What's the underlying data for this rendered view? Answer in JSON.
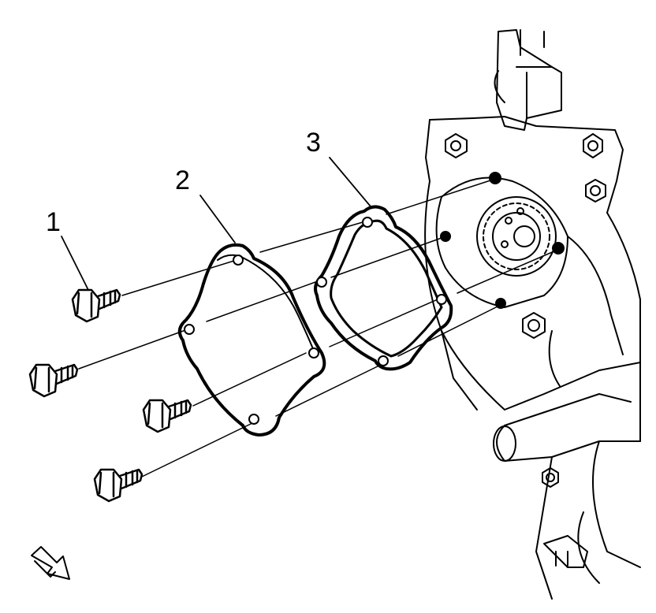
{
  "callouts": [
    {
      "id": "1",
      "label": "1"
    },
    {
      "id": "2",
      "label": "2"
    },
    {
      "id": "3",
      "label": "3"
    }
  ],
  "icons": {
    "view_direction": "view-direction-arrow-icon"
  },
  "colors": {
    "line": "#000000",
    "background": "#ffffff"
  }
}
